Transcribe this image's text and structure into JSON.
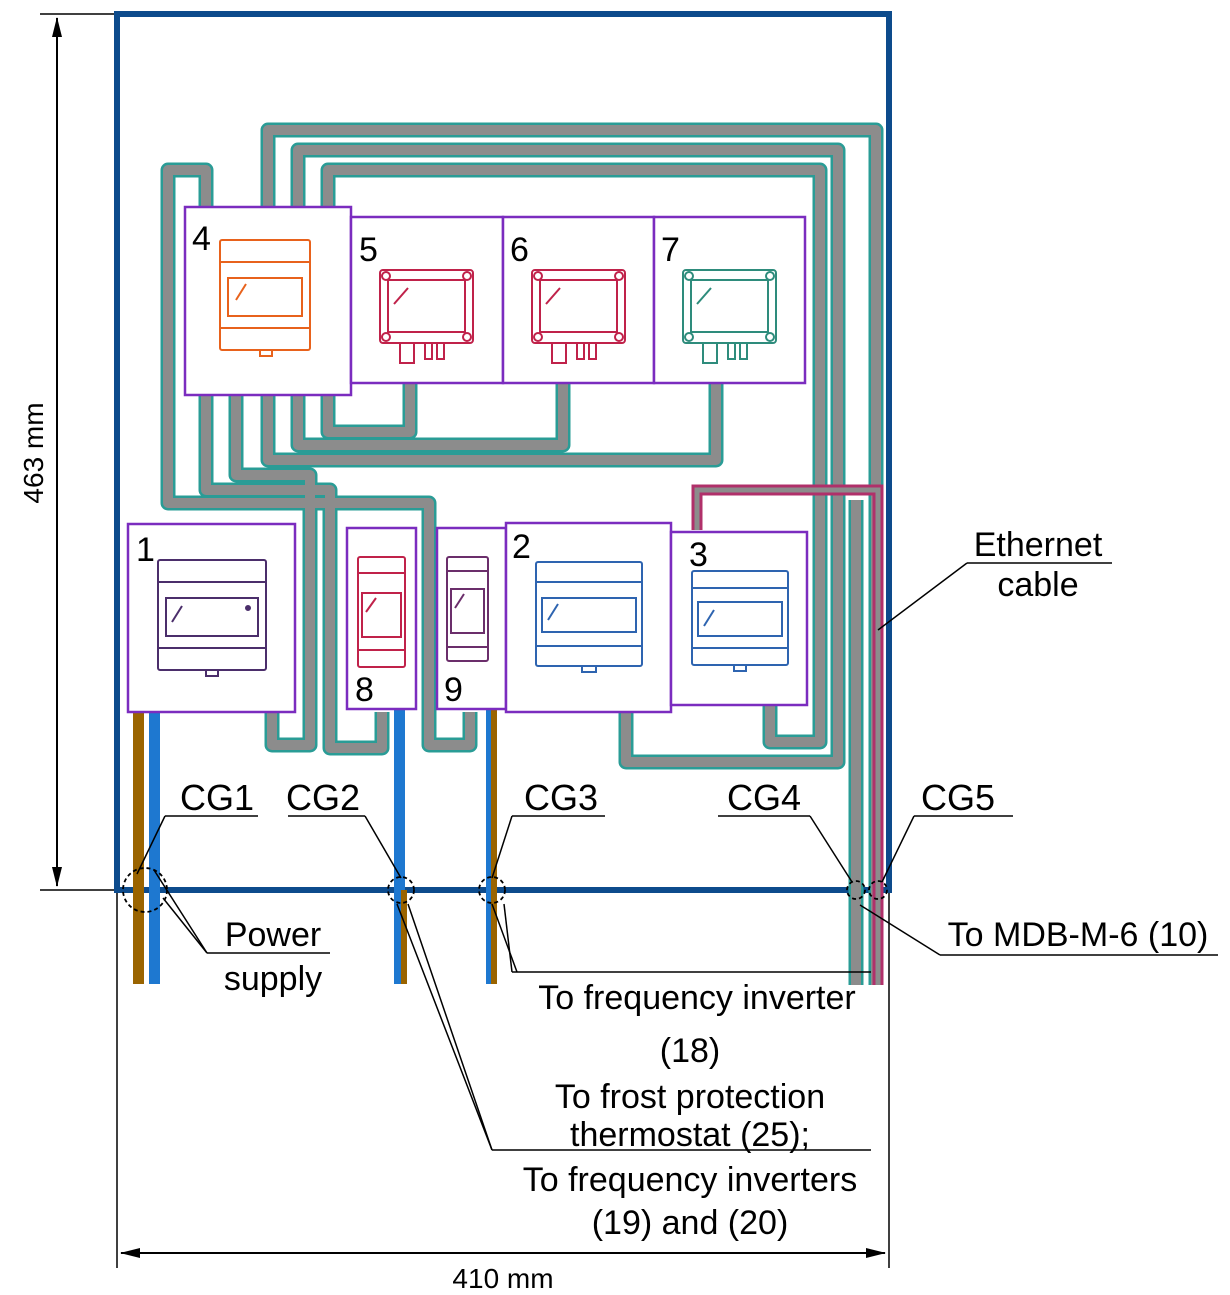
{
  "dimensions": {
    "height": "463 mm",
    "width": "410 mm"
  },
  "devices": [
    {
      "number": "1",
      "color": "#4b2e6b"
    },
    {
      "number": "2",
      "color": "#2e64b0"
    },
    {
      "number": "3",
      "color": "#2e64b0"
    },
    {
      "number": "4",
      "color": "#e8621c"
    },
    {
      "number": "5",
      "color": "#c0224a"
    },
    {
      "number": "6",
      "color": "#c0224a"
    },
    {
      "number": "7",
      "color": "#2e8c7c"
    },
    {
      "number": "8",
      "color": "#c0224a"
    },
    {
      "number": "9",
      "color": "#6b2e6b"
    }
  ],
  "cable_glands": [
    "CG1",
    "CG2",
    "CG3",
    "CG4",
    "CG5"
  ],
  "callouts": {
    "ethernet": [
      "Ethernet",
      "cable"
    ],
    "power": [
      "Power",
      "supply"
    ],
    "mdb": "To MDB-M-6 (10)",
    "inverter18": [
      "To frequency inverter",
      "(18)"
    ],
    "frost": [
      "To frost protection",
      "thermostat (25);",
      "To frequency inverters",
      "(19) and (20)"
    ]
  },
  "colors": {
    "enclosure": "#0d4b8c",
    "frame": "#7b2cbf",
    "cable_fill": "#8c8c8c",
    "cable_edge": "#2a9c96",
    "ethernet": "#b0306a",
    "brown_wire": "#9a6400",
    "blue_wire": "#1e78d0"
  }
}
